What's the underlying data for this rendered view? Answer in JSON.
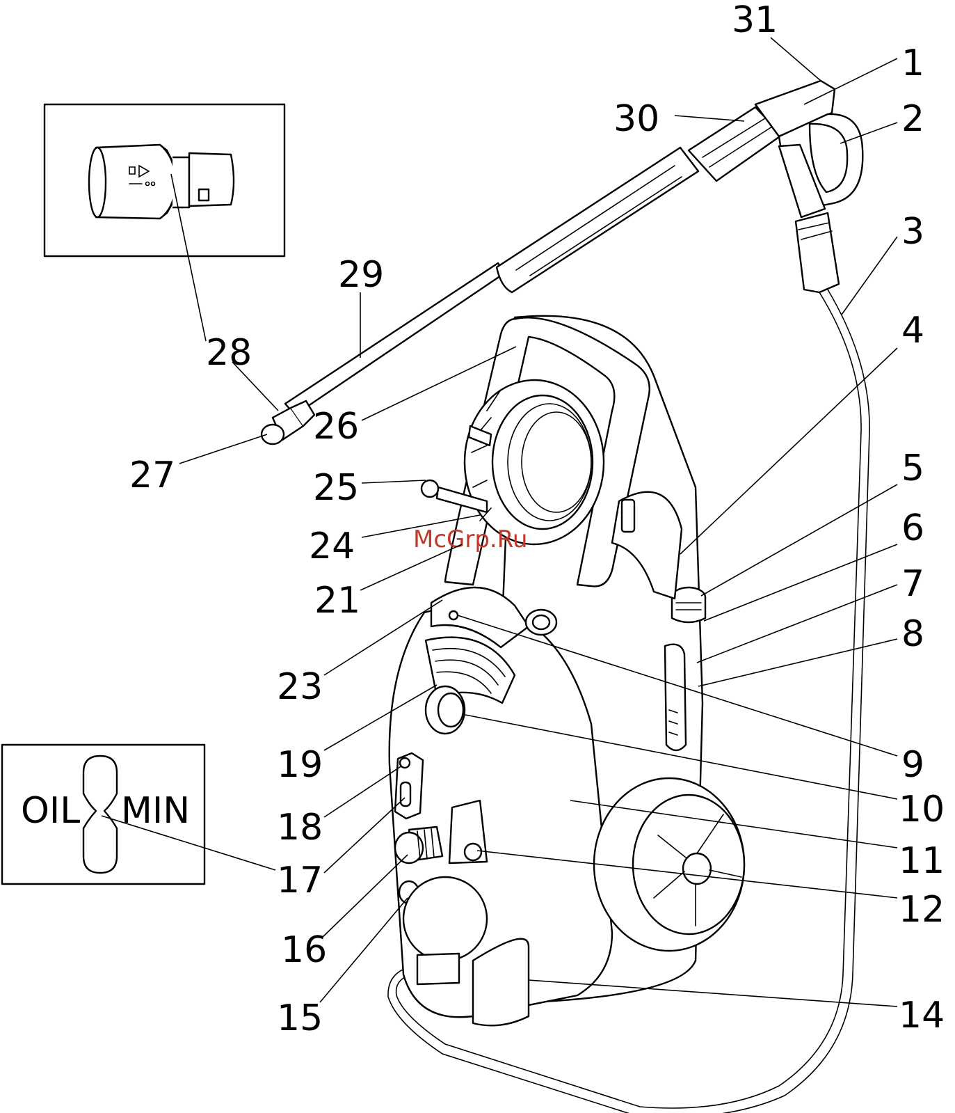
{
  "watermark": "McGrp.Ru",
  "inset_oil": {
    "left_text": "OIL",
    "right_text": "MIN"
  },
  "callouts": [
    {
      "id": "c1",
      "label": "1"
    },
    {
      "id": "c2",
      "label": "2"
    },
    {
      "id": "c3",
      "label": "3"
    },
    {
      "id": "c4",
      "label": "4"
    },
    {
      "id": "c5",
      "label": "5"
    },
    {
      "id": "c6",
      "label": "6"
    },
    {
      "id": "c7",
      "label": "7"
    },
    {
      "id": "c8",
      "label": "8"
    },
    {
      "id": "c9",
      "label": "9"
    },
    {
      "id": "c10",
      "label": "10"
    },
    {
      "id": "c11",
      "label": "11"
    },
    {
      "id": "c12",
      "label": "12"
    },
    {
      "id": "c14",
      "label": "14"
    },
    {
      "id": "c15",
      "label": "15"
    },
    {
      "id": "c16",
      "label": "16"
    },
    {
      "id": "c17",
      "label": "17"
    },
    {
      "id": "c18",
      "label": "18"
    },
    {
      "id": "c19",
      "label": "19"
    },
    {
      "id": "c21",
      "label": "21"
    },
    {
      "id": "c23",
      "label": "23"
    },
    {
      "id": "c24",
      "label": "24"
    },
    {
      "id": "c25",
      "label": "25"
    },
    {
      "id": "c26",
      "label": "26"
    },
    {
      "id": "c27",
      "label": "27"
    },
    {
      "id": "c28",
      "label": "28"
    },
    {
      "id": "c29",
      "label": "29"
    },
    {
      "id": "c30",
      "label": "30"
    },
    {
      "id": "c31",
      "label": "31"
    }
  ]
}
